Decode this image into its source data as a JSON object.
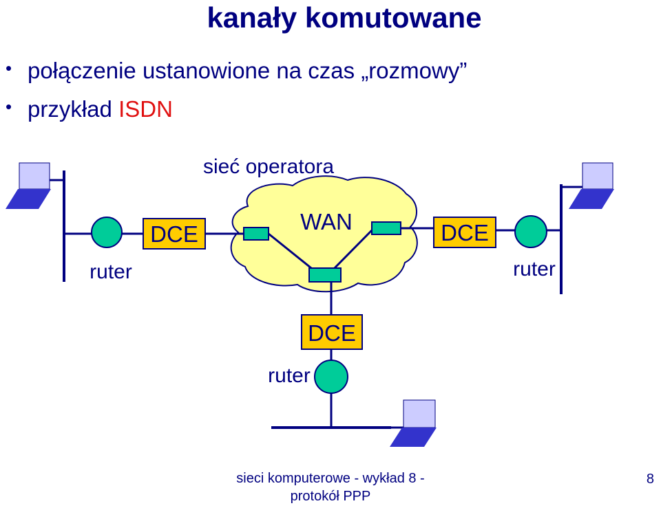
{
  "slide": {
    "title": "kanały komutowane",
    "bullets": [
      {
        "text": "połączenie ustanowione na czas „rozmowy”"
      },
      {
        "text_prefix": "przykład ",
        "text_highlight": "ISDN"
      }
    ]
  },
  "diagram": {
    "network_label": "sieć operatora",
    "wan_label": "WAN",
    "dce_labels": [
      "DCE",
      "DCE",
      "DCE"
    ],
    "router_labels": [
      "ruter",
      "ruter",
      "ruter"
    ]
  },
  "colors": {
    "text": "#000080",
    "highlight": "#e01010",
    "cloud_fill": "#ffff99",
    "dce_fill": "#ffcc00",
    "router_fill": "#00cc99",
    "switch_fill": "#00cc99",
    "computer_screen": "#ccccff",
    "computer_keyboard": "#3333cc"
  },
  "footer": {
    "line1": "sieci komputerowe - wykład 8 -",
    "line2": "protokół PPP",
    "page_number": "8"
  }
}
